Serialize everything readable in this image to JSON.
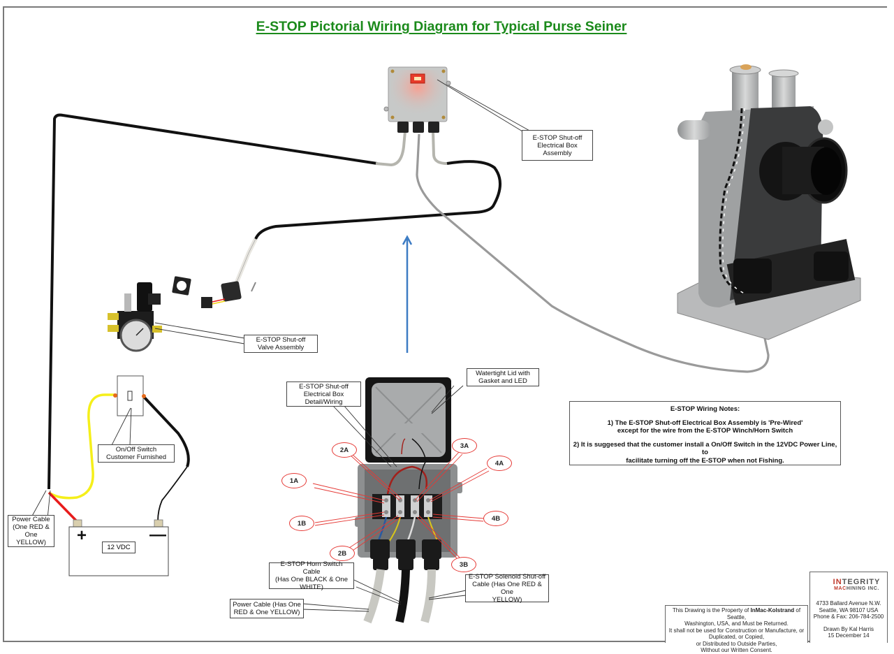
{
  "title": "E-STOP Pictorial Wiring Diagram for Typical Purse Seiner",
  "callouts": {
    "electrical_box_assembly": [
      "E-STOP Shut-off",
      "Electrical Box Assembly"
    ],
    "valve_assembly": [
      "E-STOP Shut-off",
      "Valve Assembly"
    ],
    "on_off_switch": [
      "On/Off Switch",
      "Customer Furnished"
    ],
    "power_cable_battery": [
      "Power Cable",
      "(One RED &",
      "One YELLOW)"
    ],
    "box_detail_wiring": [
      "E-STOP Shut-off",
      "Electrical Box",
      "Detail/Wiring"
    ],
    "watertight_lid": [
      "Watertight Lid with",
      "Gasket and LED"
    ],
    "horn_switch_cable": [
      "E-STOP Horn Switch Cable",
      "(Has One BLACK & One",
      "WHITE)"
    ],
    "power_cable_box": [
      "Power Cable (Has One",
      "RED & One YELLOW)"
    ],
    "solenoid_cable": [
      "E-STOP Solenoid Shut-off",
      "Cable (Has One RED & One",
      "YELLOW)"
    ]
  },
  "battery": {
    "label": "12 VDC",
    "positive": "+",
    "negative": "—"
  },
  "terminals": [
    "1A",
    "1B",
    "2A",
    "2B",
    "3A",
    "3B",
    "4A",
    "4B"
  ],
  "notes": {
    "heading": "E-STOP Wiring Notes:",
    "items": [
      [
        "1) The E-STOP Shut-off Electrical Box Assembly is 'Pre-Wired'",
        "except for the wire from the E-STOP Winch/Horn Switch"
      ],
      [
        "2) It is suggesed that the customer install a On/Off Switch in the 12VDC Power Line, to",
        "facilitate turning off the E-STOP when not Fishing."
      ]
    ]
  },
  "disclaimer": {
    "pre": "This Drawing is the Property of ",
    "owner": "InMac-Kolstrand",
    "post": " of Seattle,",
    "lines": [
      "Washington, USA, and Must be Returned.",
      "It shall not be used for Construction or Manufacture, or",
      "Duplicated, or Copied,",
      "or Distributed to Outside Parties,",
      "Without our Written Consent."
    ]
  },
  "title_block": {
    "logo_icon": "compass-rose-icon",
    "company_line1_accent": "IN",
    "company_line1_rest": "TEGRITY",
    "company_line2_accent": "MAC",
    "company_line2_rest": "HINING INC.",
    "address": [
      "4733 Ballard Avenue N.W.",
      "Seattle, WA 98107 USA",
      "Phone & Fax: 206-784-2500"
    ],
    "drawn_by": "Drawn By Kal Harris",
    "date": "15 December 14"
  },
  "colors": {
    "title": "#1b8a1b",
    "arrow": "#3d7cc4",
    "terminal_ring": "#e53935",
    "wire_red": "#e81b1b",
    "wire_yellow": "#f5ef1a",
    "wire_black": "#111111",
    "cable_grey": "#9a9a9a"
  }
}
